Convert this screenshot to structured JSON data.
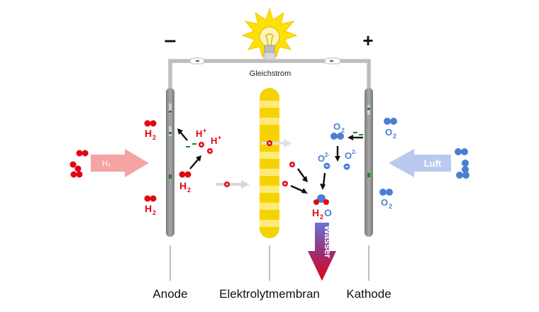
{
  "polarity": {
    "minus": "–",
    "plus": "+"
  },
  "circuit": {
    "current_label": "Gleichstrom"
  },
  "labels": {
    "anode": "Anode",
    "membrane": "Elektrolytmembran",
    "cathode": "Kathode"
  },
  "inputs": {
    "hydrogen_arrow": "H₂",
    "air_arrow": "Luft"
  },
  "output": {
    "water_arrow": "Wasser"
  },
  "molecules": {
    "h2": "H",
    "sub2": "2",
    "h_plus": "H",
    "plus_sup": "+",
    "o2": "O",
    "o_ion_sup": "2-",
    "h2o_h": "H",
    "h2o_o": "O"
  },
  "colors": {
    "hydrogen": "#e30613",
    "oxygen": "#4a7fd4",
    "electrode": "#8a8a8a",
    "membrane": "#f5d300",
    "h2_arrow": "#f6a3a3",
    "air_arrow": "#b9c9f0",
    "electron": "#1a8a1a"
  }
}
